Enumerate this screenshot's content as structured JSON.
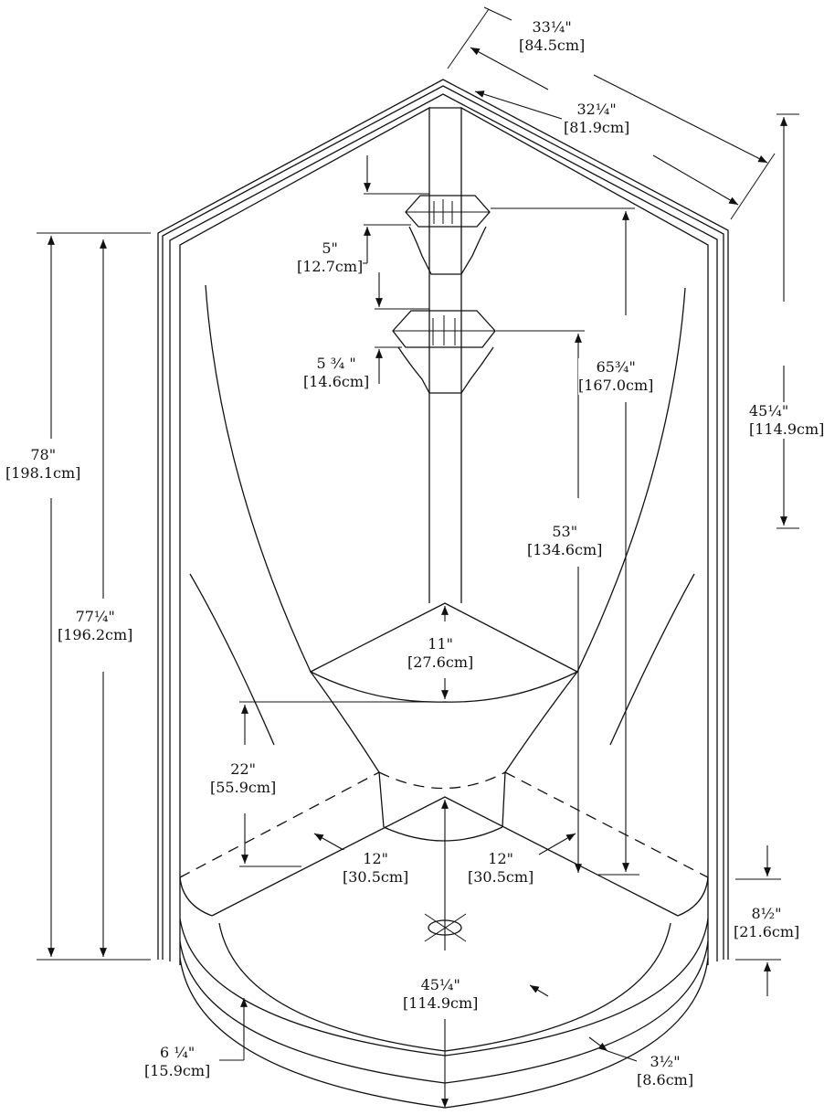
{
  "dimensions": {
    "top_outer_width": {
      "imperial": "33¼\"",
      "metric": "[84.5cm]"
    },
    "top_inner_width": {
      "imperial": "32¼\"",
      "metric": "[81.9cm]"
    },
    "right_depth": {
      "imperial": "45¼\"",
      "metric": "[114.9cm]"
    },
    "shelf_spacing_top": {
      "imperial": "5\"",
      "metric": "[12.7cm]"
    },
    "shelf_spacing_mid": {
      "imperial": "5 ¾ \"",
      "metric": "[14.6cm]"
    },
    "overall_height": {
      "imperial": "78\"",
      "metric": "[198.1cm]"
    },
    "inner_height": {
      "imperial": "77¼\"",
      "metric": "[196.2cm]"
    },
    "upper_shelf_height": {
      "imperial": "65¾\"",
      "metric": "[167.0cm]"
    },
    "lower_shelf_height": {
      "imperial": "53\"",
      "metric": "[134.6cm]"
    },
    "seat_depth": {
      "imperial": "11\"",
      "metric": "[27.6cm]"
    },
    "seat_height": {
      "imperial": "22\"",
      "metric": "[55.9cm]"
    },
    "left_side_wall": {
      "imperial": "12\"",
      "metric": "[30.5cm]"
    },
    "right_side_wall": {
      "imperial": "12\"",
      "metric": "[30.5cm]"
    },
    "threshold_height": {
      "imperial": "8½\"",
      "metric": "[21.6cm]"
    },
    "base_depth": {
      "imperial": "45¼\"",
      "metric": "[114.9cm]"
    },
    "curb_height": {
      "imperial": "6 ¼\"",
      "metric": "[15.9cm]"
    },
    "curb_width": {
      "imperial": "3½\"",
      "metric": "[8.6cm]"
    }
  }
}
